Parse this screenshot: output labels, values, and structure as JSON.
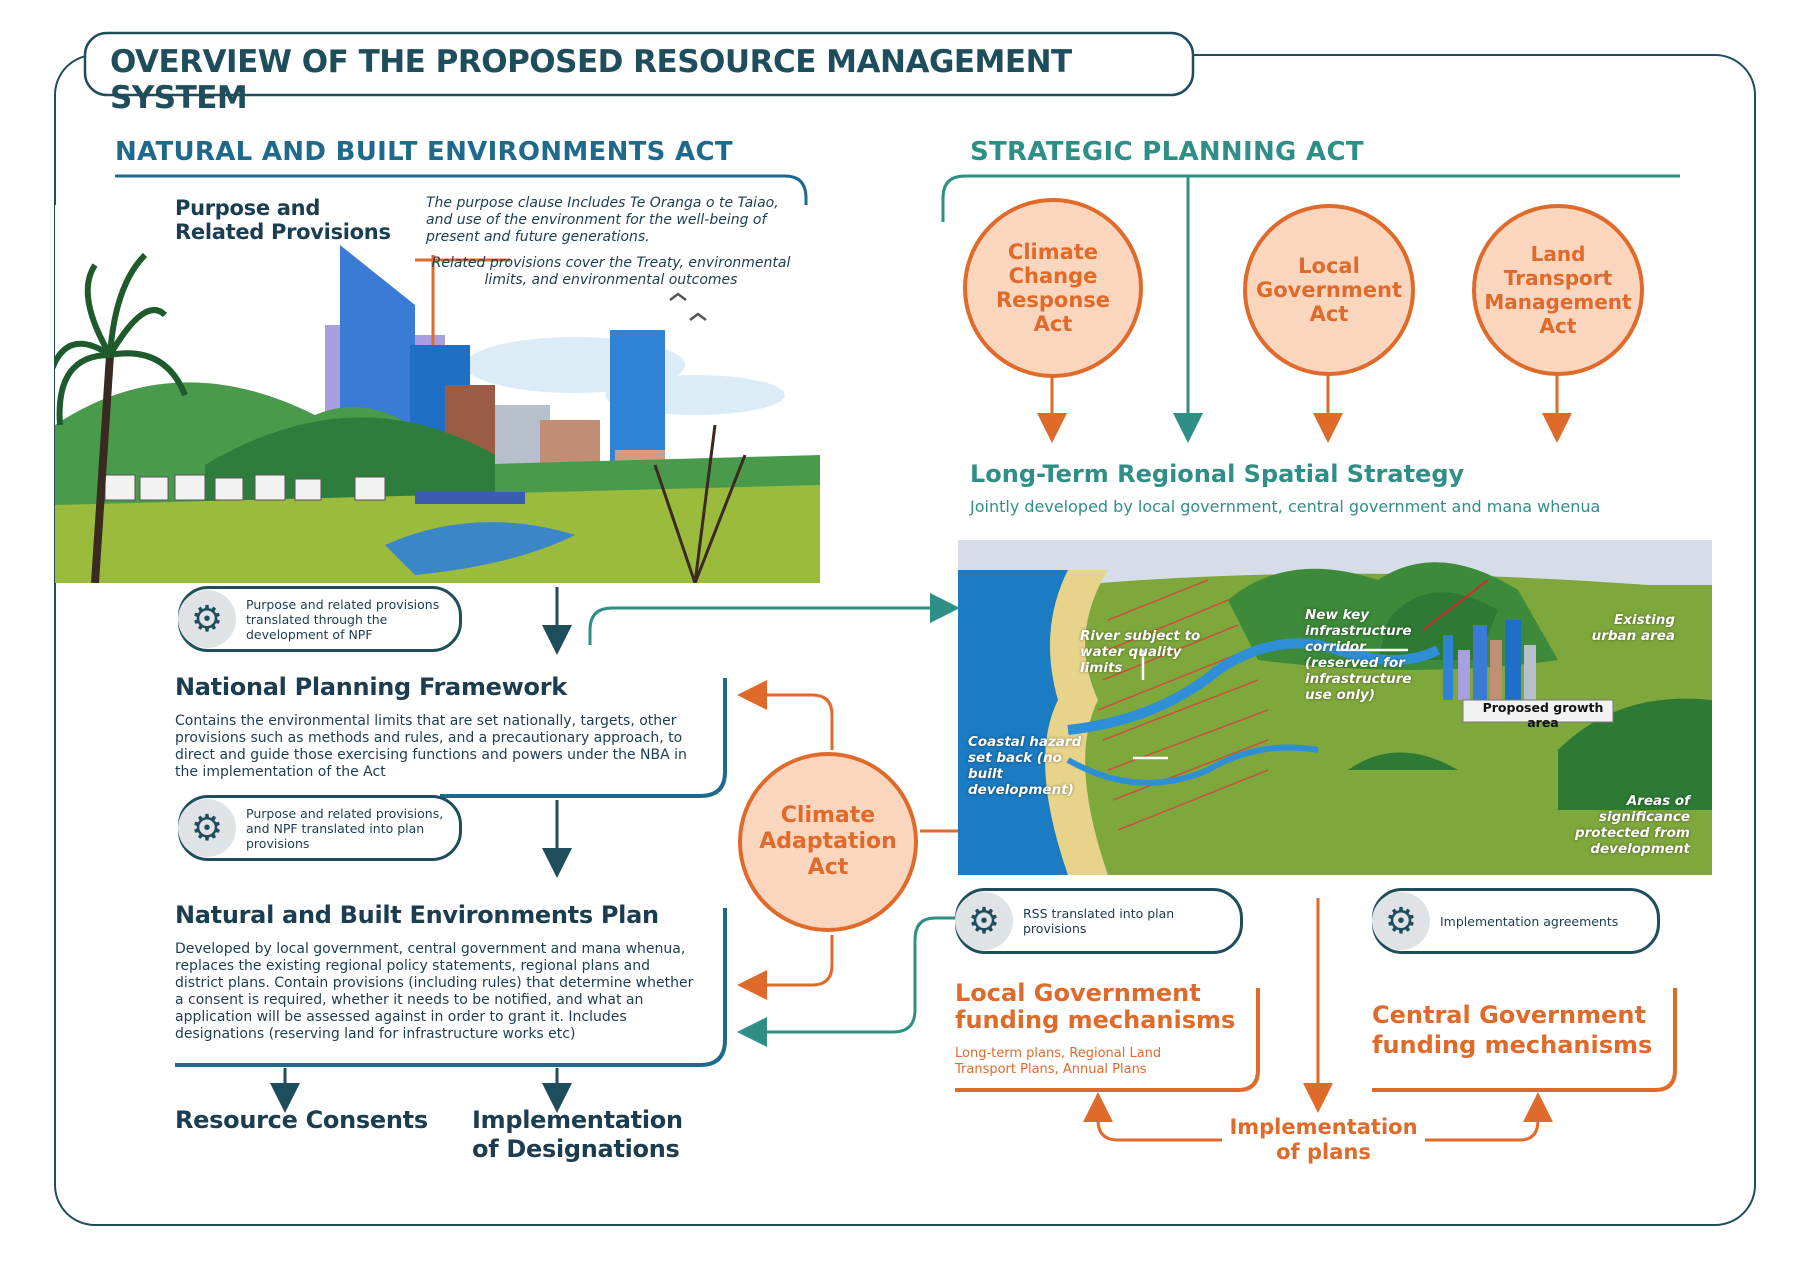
{
  "title": "OVERVIEW OF THE PROPOSED RESOURCE MANAGEMENT SYSTEM",
  "nba": {
    "heading": "NATURAL AND BUILT ENVIRONMENTS ACT",
    "purpose_title_l1": "Purpose and",
    "purpose_title_l2": "Related Provisions",
    "purpose_text": "The purpose clause Includes Te Oranga o te Taiao, and use of the environment for the well-being of present and future generations.",
    "related_text": "Related provisions cover the Treaty, environmental limits, and environmental outcomes",
    "pill1": "Purpose and related provisions translated through the development of NPF",
    "npf_title": "National Planning Framework",
    "npf_text": "Contains the environmental limits that are set nationally, targets, other provisions such as methods and rules, and a precautionary approach, to direct and guide those exercising functions and powers under the NBA in the implementation of the Act",
    "pill2": "Purpose and related provisions, and NPF translated into plan provisions",
    "nbep_title": "Natural and Built Environments Plan",
    "nbep_text": "Developed by local government, central government and mana whenua, replaces the existing regional policy statements, regional plans and district plans. Contain provisions (including rules) that determine whether a consent is required, whether it needs to be notified, and what an application will be assessed against in order to grant it. Includes designations (reserving land for infrastructure works etc)",
    "resource_consents": "Resource Consents",
    "implementation_l1": "Implementation",
    "implementation_l2": "of Designations"
  },
  "spa": {
    "heading": "STRATEGIC PLANNING ACT",
    "circles": [
      {
        "l1": "Climate",
        "l2": "Change",
        "l3": "Response",
        "l4": "Act"
      },
      {
        "l1": "Local",
        "l2": "Government",
        "l3": "Act"
      },
      {
        "l1": "Land",
        "l2": "Transport",
        "l3": "Management",
        "l4": "Act"
      }
    ],
    "rss_title": "Long-Term Regional Spatial Strategy",
    "rss_sub": "Jointly developed by local government, central government and mana whenua",
    "map_labels": {
      "river": "River subject to water quality limits",
      "corridor": "New key infrastructure corridor (reserved for infrastructure use only)",
      "urban": "Existing urban area",
      "growth": "Proposed growth area",
      "coastal": "Coastal hazard set back (no built development)",
      "significance": "Areas of significance protected from development"
    },
    "pill_rss": "RSS translated into plan provisions",
    "pill_impl": "Implementation agreements",
    "lg_funding_l1": "Local Government",
    "lg_funding_l2": "funding mechanisms",
    "lg_funding_text": "Long-term plans, Regional Land Transport Plans, Annual Plans",
    "cg_funding_l1": "Central Government",
    "cg_funding_l2": "funding mechanisms",
    "impl_plans_l1": "Implementation",
    "impl_plans_l2": "of plans"
  },
  "caa": {
    "l1": "Climate",
    "l2": "Adaptation",
    "l3": "Act"
  },
  "colors": {
    "teal": "#2f8f86",
    "navy": "#1e4d5c",
    "orange": "#e06a2a",
    "peach": "#fbd6bf",
    "blue": "#1f6a8c"
  }
}
